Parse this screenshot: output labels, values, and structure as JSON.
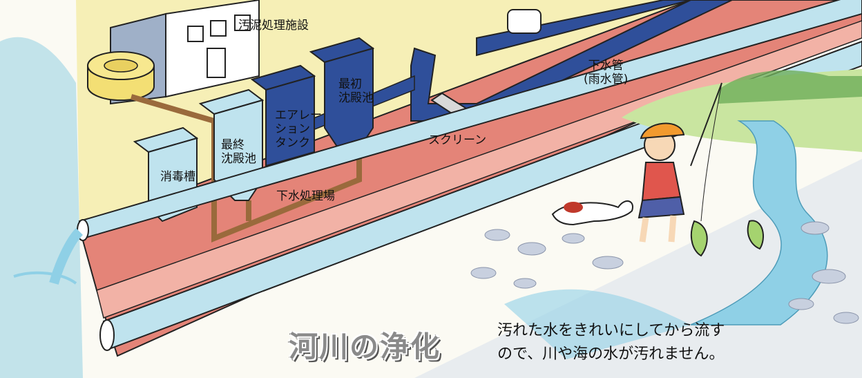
{
  "labels": {
    "sludge_facility": "汚泥処理施設",
    "first_settling_tank": "最初\n沈殿池",
    "aeration_tank": "エアレー\nション\nタンク",
    "final_settling_tank": "最終\n沈殿池",
    "disinfection_tank": "消毒槽",
    "sewage_plant": "下水処理場",
    "screen": "スクリーン",
    "sewer_pipe": "下水管\n(雨水管)"
  },
  "title": "河川の浄化",
  "caption": {
    "line1": "汚れた水をきれいにしてから流す",
    "line2": "ので、川や海の水が汚れません。"
  },
  "colors": {
    "ground_red": "#e48478",
    "pipe_blue": "#2f4f9a",
    "water_light": "#bfe3ee",
    "pipe_brown": "#9a6a3c",
    "tank_yellow": "#f3df74",
    "river": "#8fd0e6"
  }
}
